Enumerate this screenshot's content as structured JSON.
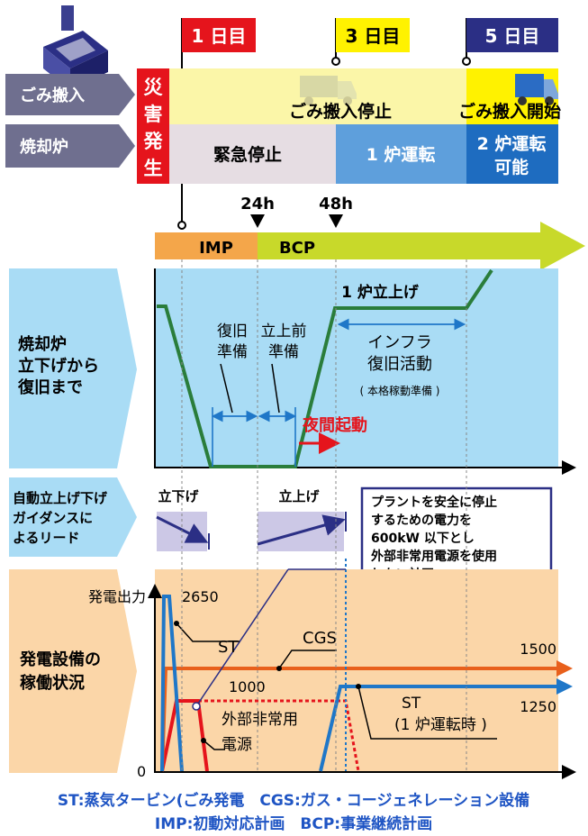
{
  "day_flags": {
    "day1": "1 日目",
    "day3": "3 日目",
    "day5": "5 日目"
  },
  "rows": {
    "waste_label": "ごみ搬入",
    "incinerator_label": "焼却炉",
    "disaster": [
      "災",
      "害",
      "発",
      "生"
    ],
    "waste_stop": "ごみ搬入停止",
    "waste_start": "ごみ搬入開始",
    "emergency_stop": "緊急停止",
    "one_furnace": "1 炉運転",
    "two_furnace_line1": "2 炉運転",
    "two_furnace_line2": "可能"
  },
  "timeline": {
    "t24": "24h",
    "t48": "48h",
    "imp": "IMP",
    "bcp": "BCP"
  },
  "section1": {
    "label_lines": [
      "焼却炉",
      "立下げから",
      "復旧まで"
    ],
    "startup": "1 炉立上げ",
    "restore_prep": [
      "復旧",
      "準備"
    ],
    "pre_start_prep": [
      "立上前",
      "準備"
    ],
    "infra": [
      "インフラ",
      "復旧活動"
    ],
    "infra_note": "( 本格稼動準備 )",
    "night_start": "夜間起動"
  },
  "section2": {
    "label_lines": [
      "自動立上げ下げ",
      "ガイダンスに",
      "よるリード"
    ],
    "down": "立下げ",
    "up": "立上げ",
    "note_lines": [
      "プラントを安全に停止",
      "するための電力を",
      "600kW 以下とし",
      "外部非常用電源を使用",
      "しない計画"
    ]
  },
  "section3": {
    "label_lines": [
      "発電設備の",
      "稼働状況"
    ],
    "y_label": "発電出力",
    "v2650": "2650",
    "v1500": "1500",
    "v1000": "1000",
    "v1250": "1250",
    "v0": "0",
    "st": "ST",
    "cgs": "CGS",
    "ext_power": [
      "外部非常用",
      "電源"
    ],
    "st2_lines": [
      "ST",
      "(1 炉運転時 )"
    ]
  },
  "footer": {
    "line1": "ST:蒸気タービン(ごみ発電　CGS:ガス・コージェネレーション設備",
    "line2": "IMP:初動対応計画　BCP:事業継続計画"
  },
  "colors": {
    "red": "#e5141c",
    "yellow": "#fff200",
    "navy": "#2b2f85",
    "green": "#2a7d3b",
    "blue": "#1f77c8",
    "orange": "#e8601c",
    "lightblue": "#a9dcf5",
    "peach": "#fbd6a8"
  }
}
